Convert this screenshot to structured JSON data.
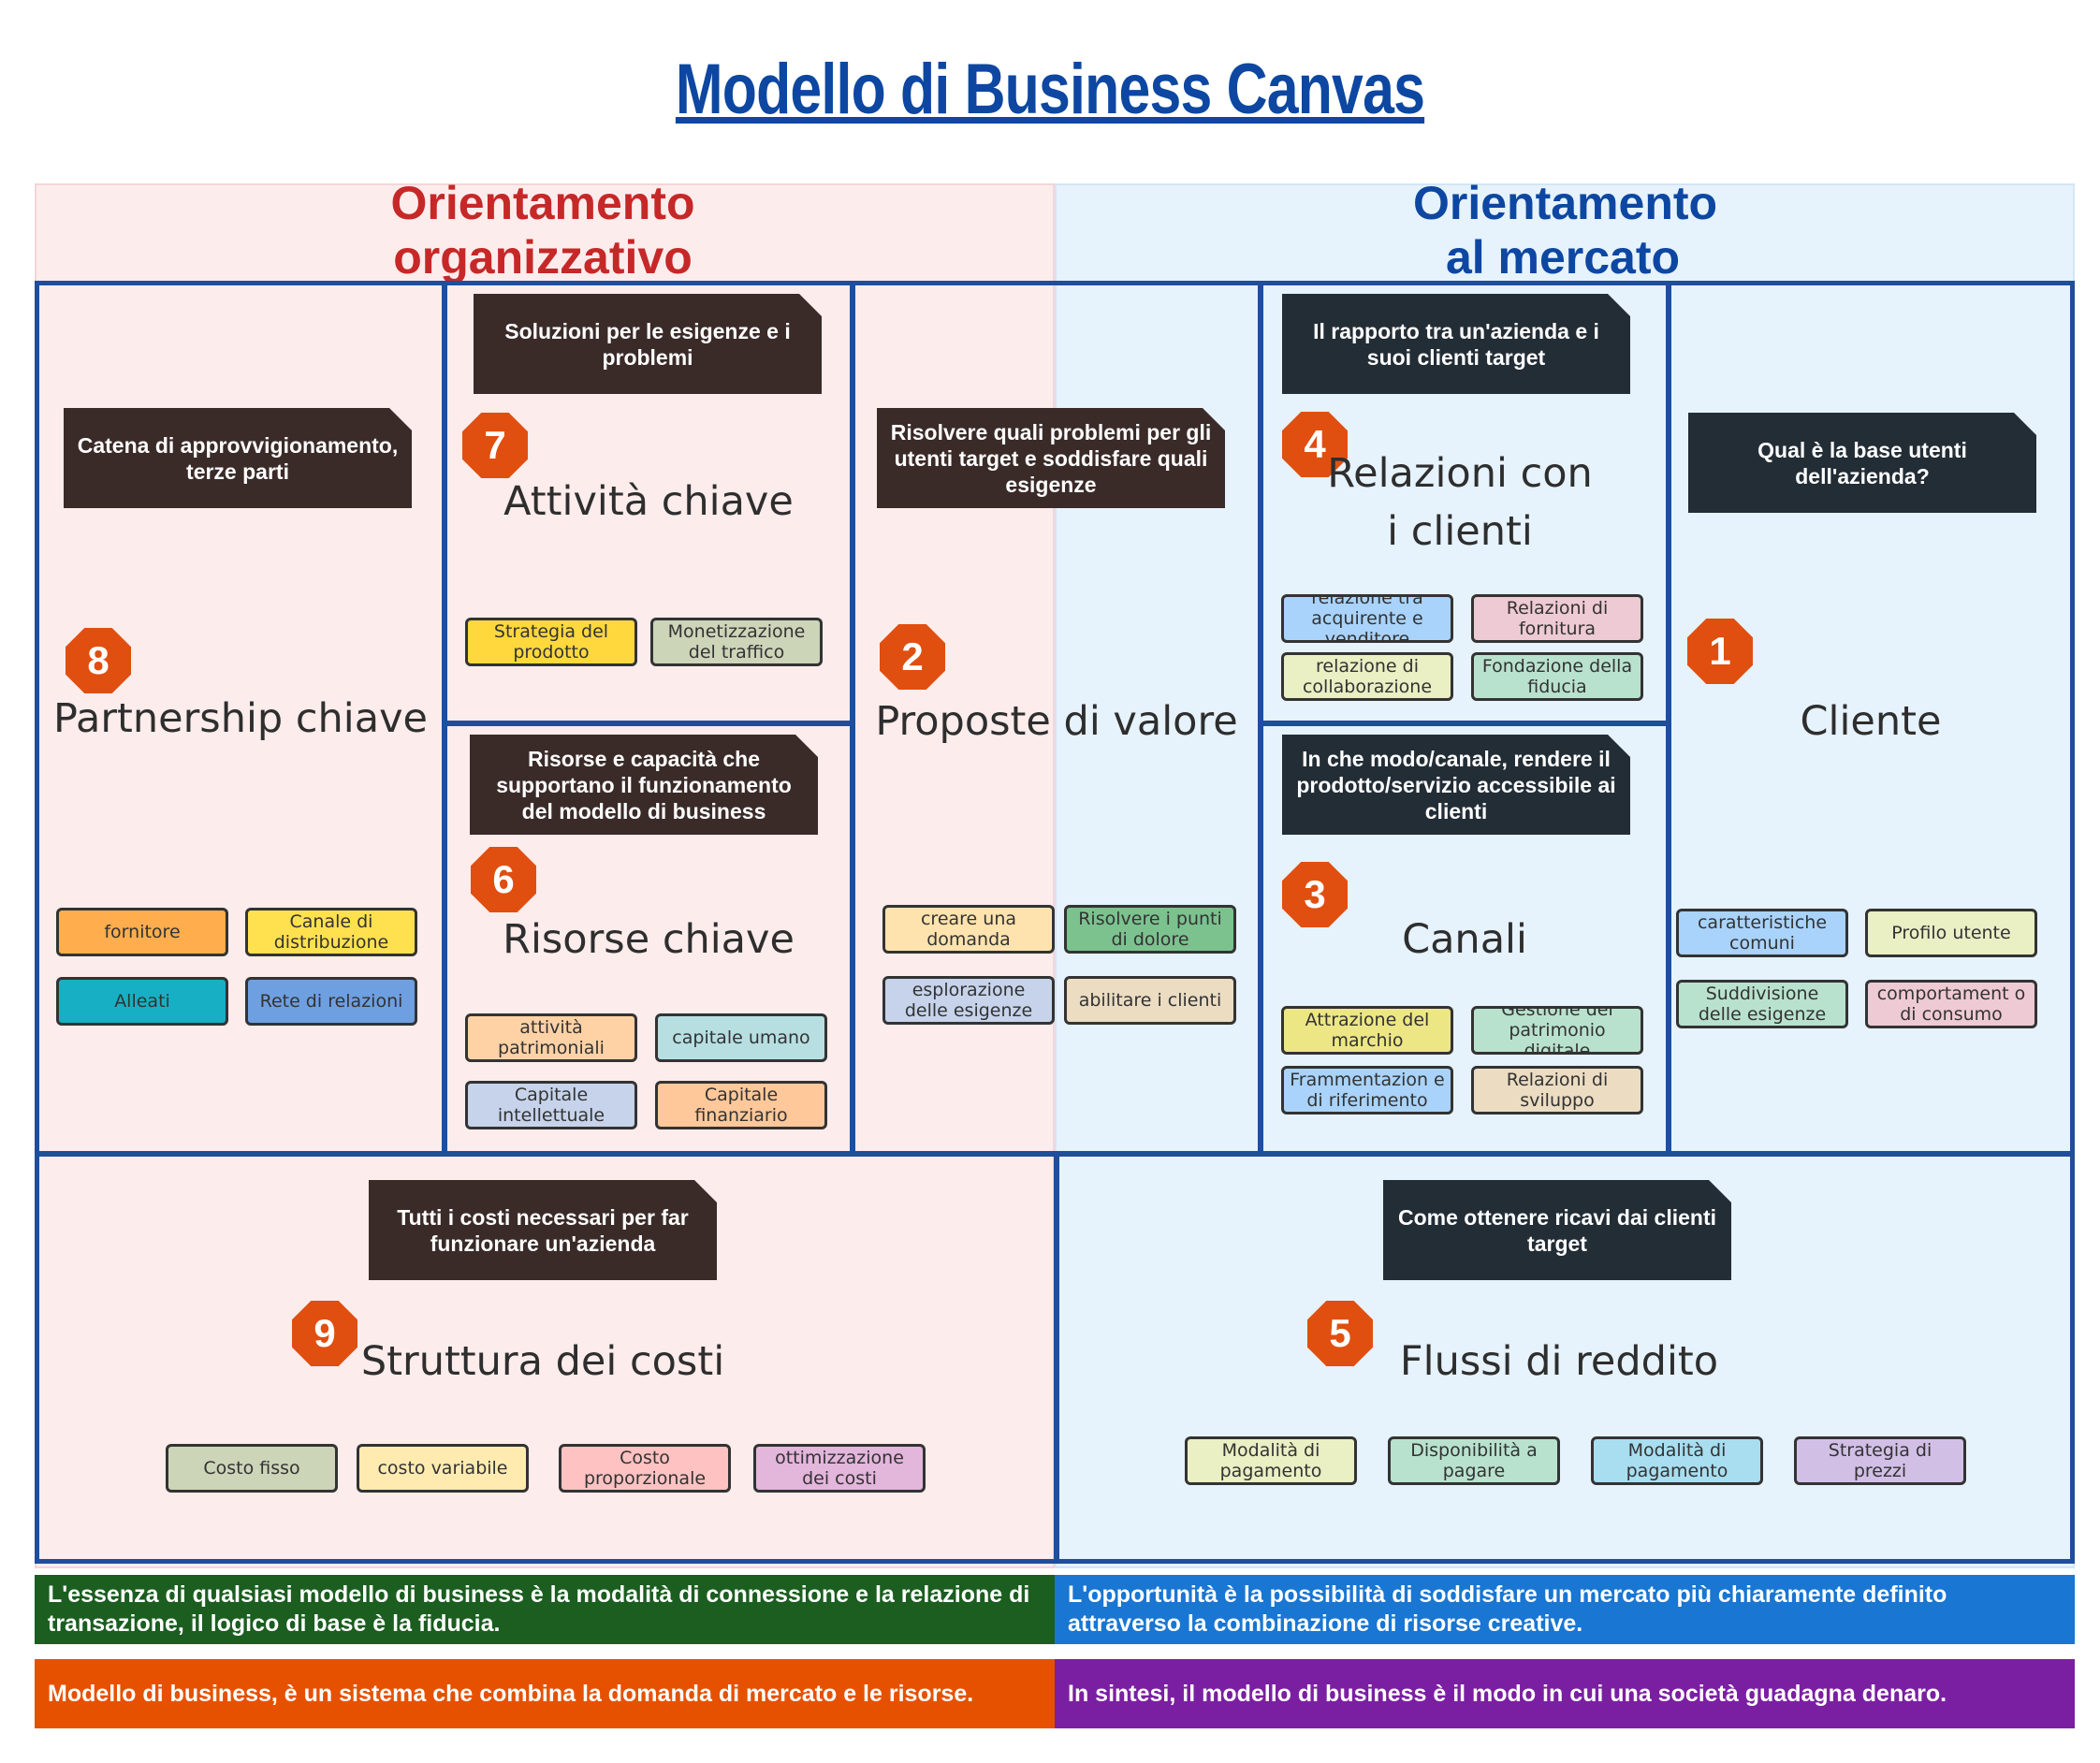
{
  "title": "Modello di Business Canvas",
  "orientations": {
    "organizational": "Orientamento organizzativo",
    "market": "Orientamento al mercato"
  },
  "blocks": {
    "partnership": {
      "number": "8",
      "heading": "Partnership chiave",
      "note": "Catena di approvvigionamento, terze parti",
      "tags": [
        "fornitore",
        "Canale di distribuzione",
        "Alleati",
        "Rete di relazioni"
      ]
    },
    "activities": {
      "number": "7",
      "heading": "Attività chiave",
      "note": "Soluzioni per le esigenze e i problemi",
      "tags": [
        "Strategia del prodotto",
        "Monetizzazione del traffico"
      ]
    },
    "resources": {
      "number": "6",
      "heading": "Risorse chiave",
      "note": "Risorse e capacità che supportano il funzionamento del modello di business",
      "tags": [
        "attività patrimoniali",
        "capitale umano",
        "Capitale intellettuale",
        "Capitale finanziario"
      ]
    },
    "value": {
      "number": "2",
      "heading": "Proposte di valore",
      "note": "Risolvere quali problemi per gli utenti target e soddisfare quali esigenze",
      "tags": [
        "creare una domanda",
        "Risolvere i punti di dolore",
        "esplorazione delle esigenze",
        "abilitare i clienti"
      ]
    },
    "relations": {
      "number": "4",
      "heading": "Relazioni con i clienti",
      "note": "Il rapporto tra un'azienda e i suoi clienti target",
      "tags": [
        "relazione tra acquirente e venditore",
        "Relazioni di fornitura",
        "relazione di collaborazione",
        "Fondazione della fiducia"
      ]
    },
    "channels": {
      "number": "3",
      "heading": "Canali",
      "note": "In che modo/canale, rendere il prodotto/servizio accessibile ai clienti",
      "tags": [
        "Attrazione del marchio",
        "Gestione del patrimonio digitale",
        "Frammentazion e di riferimento",
        "Relazioni di sviluppo"
      ]
    },
    "customer": {
      "number": "1",
      "heading": "Cliente",
      "note": "Qual è la base utenti dell'azienda?",
      "tags": [
        "caratteristiche comuni",
        "Profilo utente",
        "Suddivisione delle esigenze",
        "comportament o di consumo"
      ]
    },
    "costs": {
      "number": "9",
      "heading": "Struttura dei costi",
      "note": "Tutti i costi necessari per far funzionare un'azienda",
      "tags": [
        "Costo fisso",
        "costo variabile",
        "Costo proporzionale",
        "ottimizzazione dei costi"
      ]
    },
    "revenue": {
      "number": "5",
      "heading": "Flussi di reddito",
      "note": "Come ottenere ricavi dai clienti target",
      "tags": [
        "Modalità di pagamento",
        "Disponibilità a pagare",
        "Modalità di pagamento",
        "Strategia di prezzi"
      ]
    }
  },
  "banners": {
    "top_left": "L'essenza di qualsiasi modello di business è la modalità di connessione e la relazione di transazione, il logico di base è la fiducia.",
    "top_right": "L'opportunità è la possibilità di soddisfare un mercato più chiaramente definito attraverso la combinazione di risorse creative.",
    "bottom_left": "Modello di business, è un sistema che combina la domanda di mercato e le risorse.",
    "bottom_right": "In sintesi, il modello di business è il modo in cui una società guadagna denaro."
  },
  "colors": {
    "frame": "#1f4e9c",
    "badge": "#e04f10",
    "title": "#0d47a1",
    "org_title": "#c62828",
    "org_bg": "#fdecec",
    "mkt_bg": "#e6f2fc",
    "banner_green": "#1b5e20",
    "banner_blue": "#1976d2",
    "banner_orange": "#e65100",
    "banner_purple": "#7b1fa2"
  }
}
